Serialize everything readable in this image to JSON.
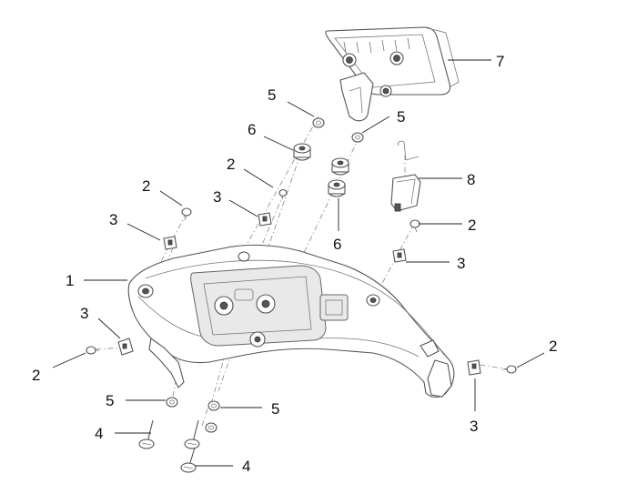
{
  "callouts": {
    "c1": "1",
    "c2a": "2",
    "c2b": "2",
    "c2c": "2",
    "c2d": "2",
    "c2e": "2",
    "c3a": "3",
    "c3b": "3",
    "c3c": "3",
    "c3d": "3",
    "c3e": "3",
    "c4a": "4",
    "c4b": "4",
    "c5a": "5",
    "c5b": "5",
    "c5c": "5",
    "c5d": "5",
    "c6a": "6",
    "c6b": "6",
    "c7": "7",
    "c8": "8"
  }
}
